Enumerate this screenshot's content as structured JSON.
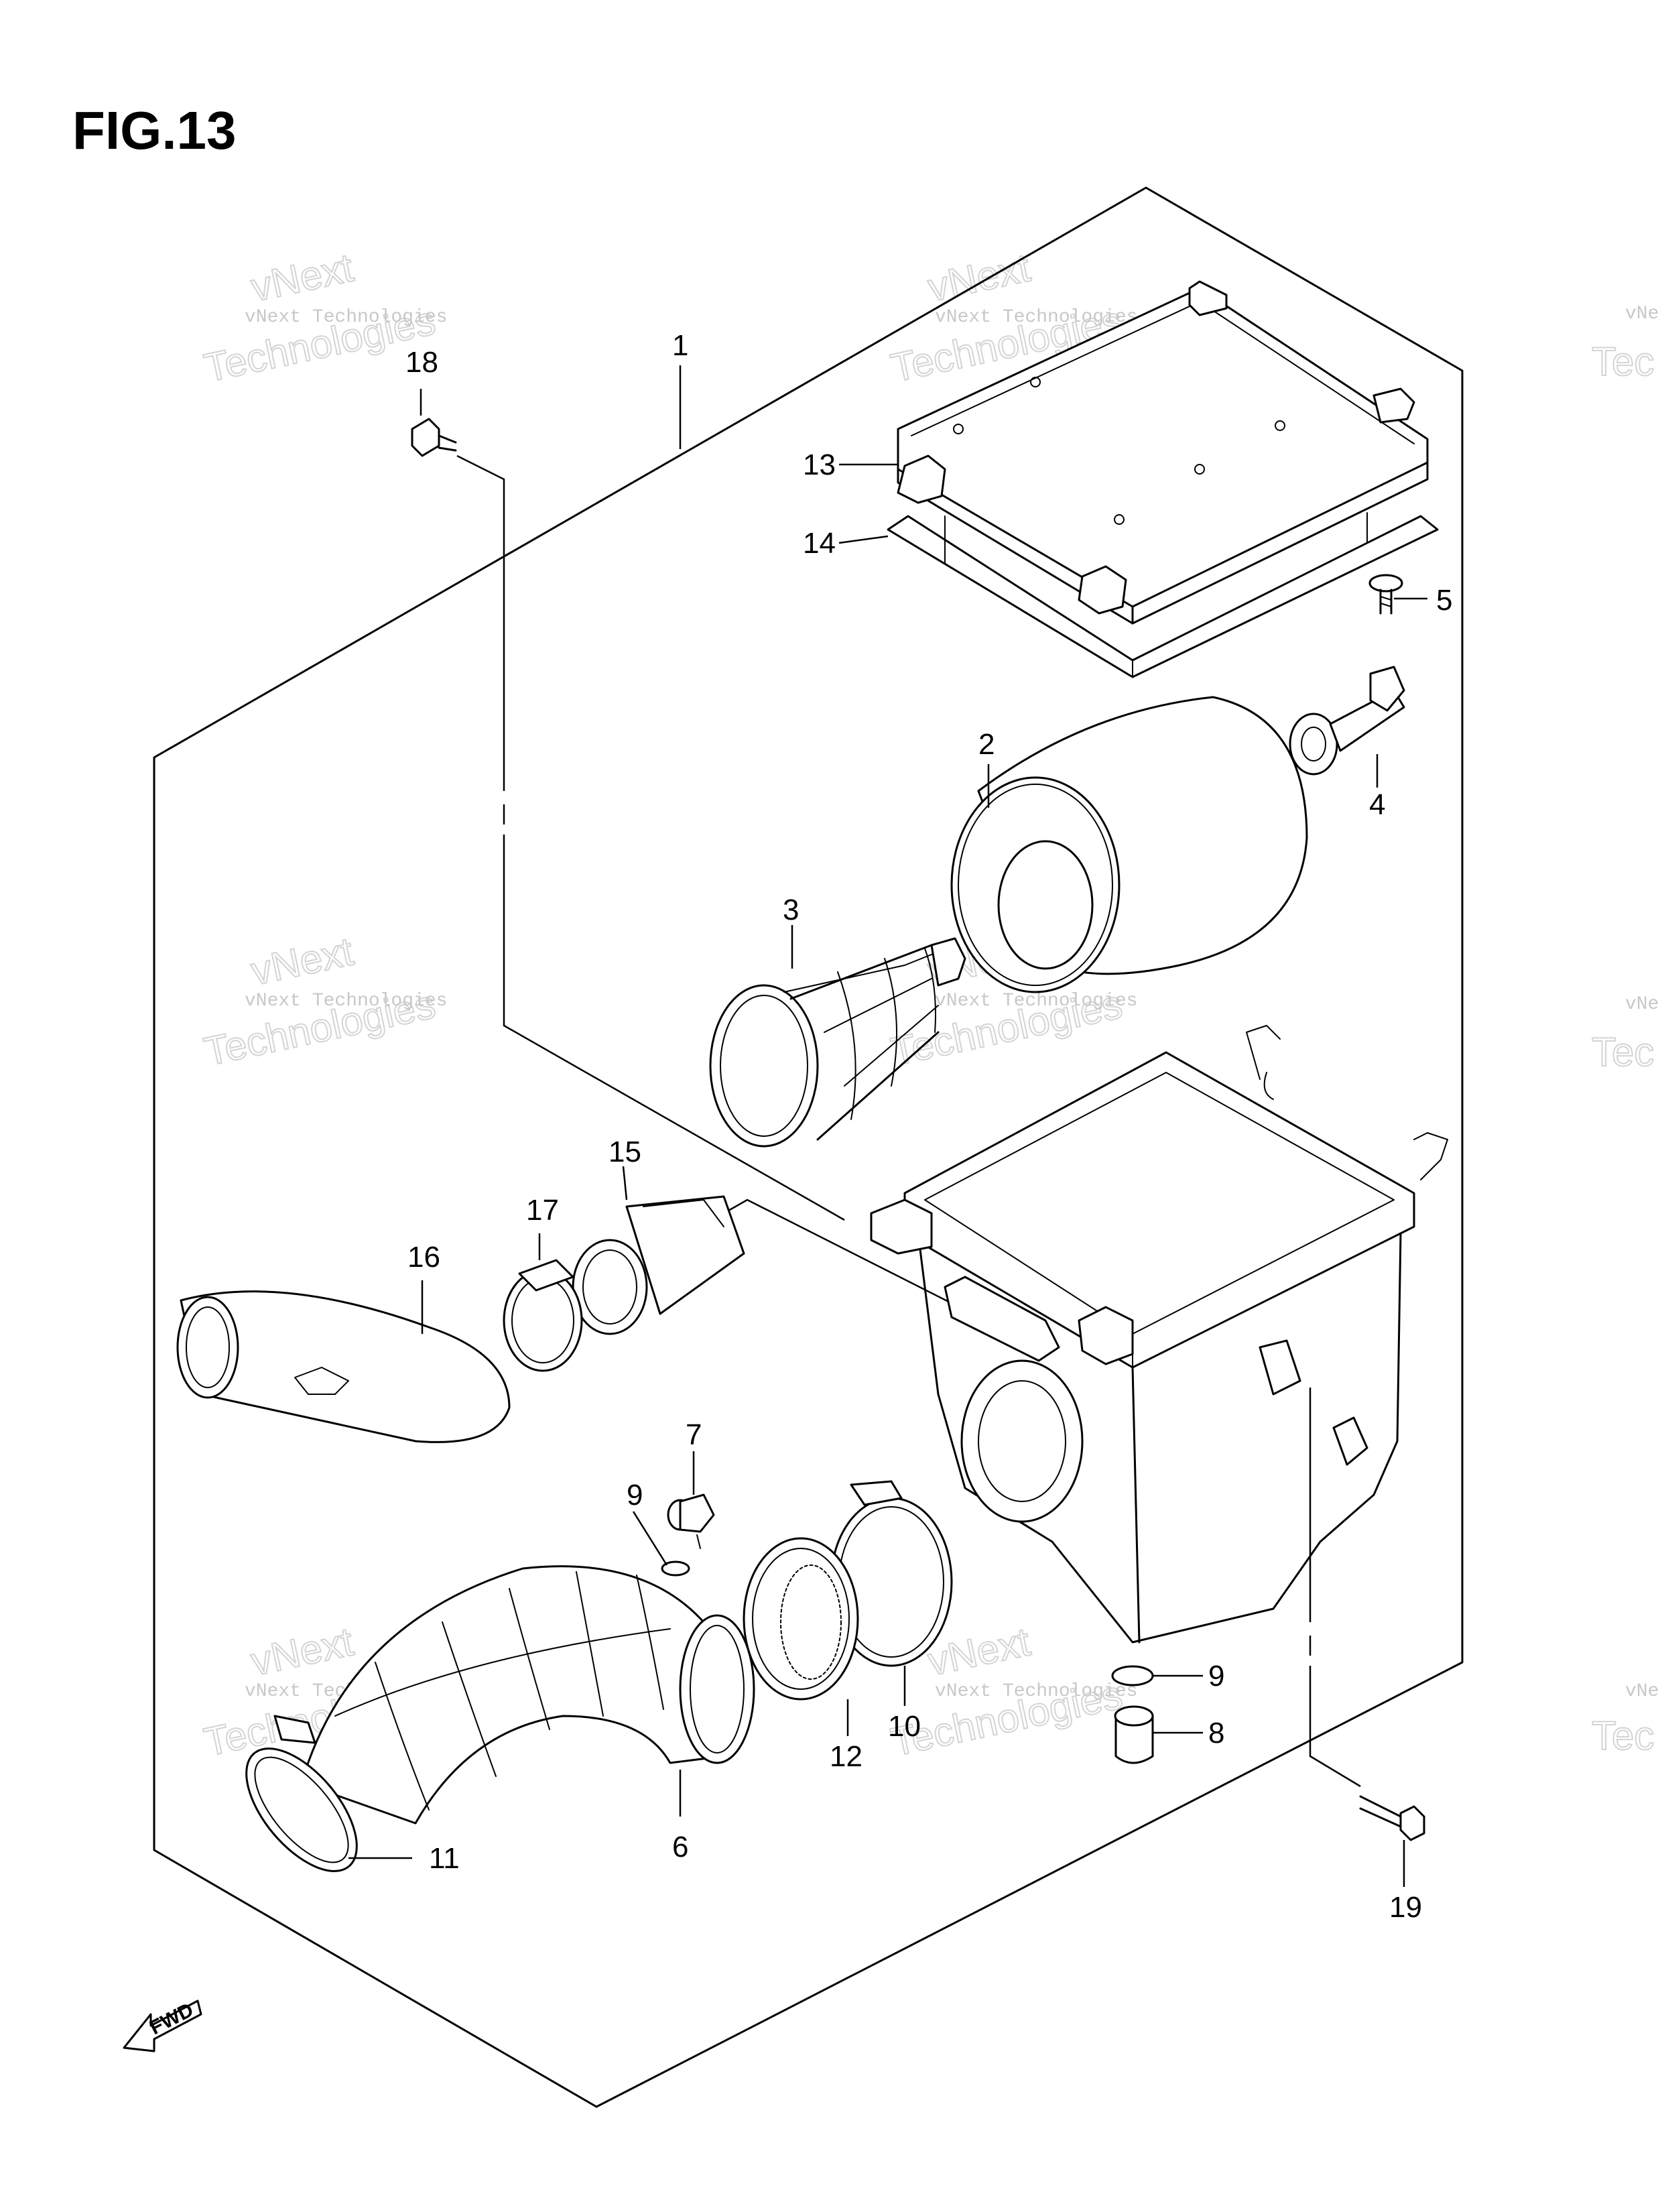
{
  "figure": {
    "title": "FIG.13",
    "direction_arrow_label": "FWD"
  },
  "watermark": {
    "line1": "vNext Technologies",
    "line2": "Technologies",
    "line3": "vNext",
    "partial1": "vNe",
    "partial2": "Tec"
  },
  "callouts": {
    "c1": "1",
    "c2": "2",
    "c3": "3",
    "c4": "4",
    "c5": "5",
    "c6": "6",
    "c7": "7",
    "c8": "8",
    "c9a": "9",
    "c9b": "9",
    "c10": "10",
    "c11": "11",
    "c12": "12",
    "c13": "13",
    "c14": "14",
    "c15": "15",
    "c16": "16",
    "c17": "17",
    "c18": "18",
    "c19": "19"
  }
}
